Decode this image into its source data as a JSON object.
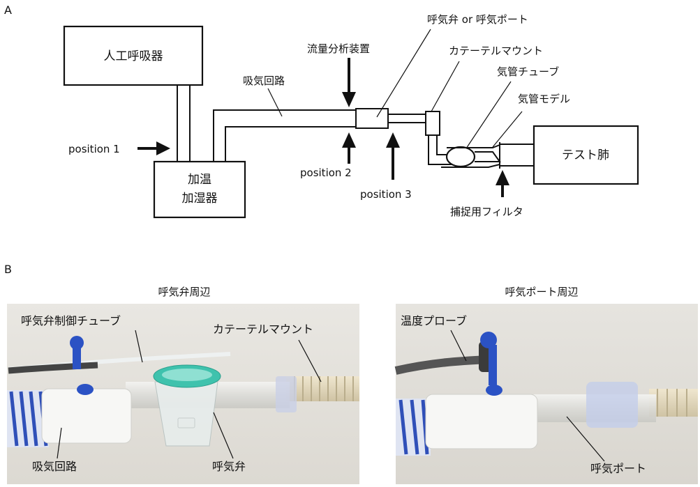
{
  "panel_a": {
    "letter": "A",
    "ventilator": "人工呼吸器",
    "humidifier_line1": "加温",
    "humidifier_line2": "加湿器",
    "test_lung": "テスト肺",
    "inspiratory_circuit": "吸気回路",
    "flow_analyzer": "流量分析装置",
    "exhalation_valve_or_port": "呼気弁 or 呼気ポート",
    "catheter_mount": "カテーテルマウント",
    "endotracheal_tube": "気管チューブ",
    "trachea_model": "気管モデル",
    "capture_filter": "捕捉用フィルタ",
    "position1": "position 1",
    "position2": "position 2",
    "position3": "position 3"
  },
  "panel_b": {
    "letter": "B",
    "left_title": "呼気弁周辺",
    "right_title": "呼気ポート周辺",
    "left_labels": {
      "valve_control_tube": "呼気弁制御チューブ",
      "catheter_mount": "カテーテルマウント",
      "inspiratory_circuit": "吸気回路",
      "exhalation_valve": "呼気弁"
    },
    "right_labels": {
      "temperature_probe": "温度プローブ",
      "exhalation_port": "呼気ポート"
    }
  }
}
